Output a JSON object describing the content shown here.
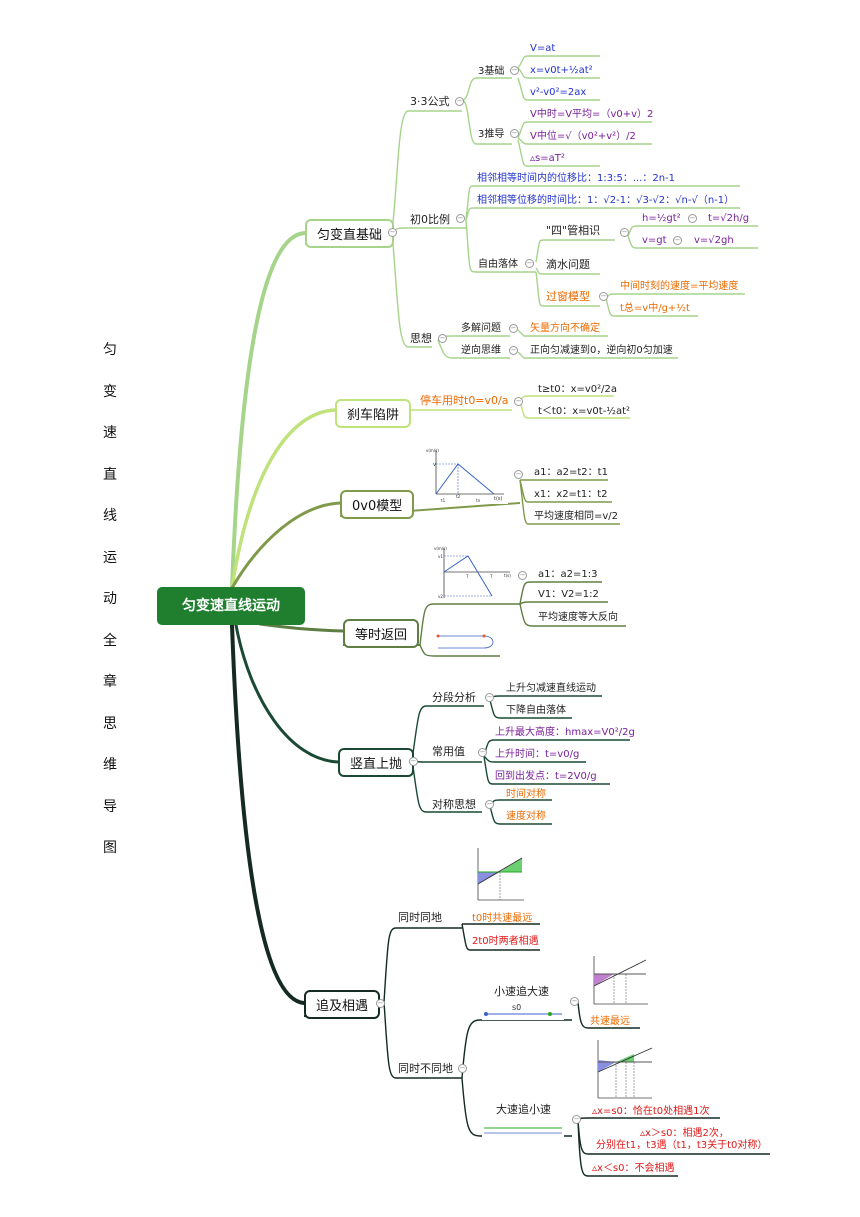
{
  "vertical_title": [
    "匀",
    "变",
    "速",
    "直",
    "线",
    "运",
    "动",
    "全",
    "章",
    "思",
    "维",
    "导",
    "图"
  ],
  "root": "匀变速直线运动",
  "b1": {
    "title": "匀变直基础",
    "formulas": "3·3公式",
    "basic": "3基础",
    "f1": "V=at",
    "f2": "x=v0t+½at²",
    "f3": "v²-v0²=2ax",
    "derived": "3推导",
    "d1": "V中时=V平均=（v0+v）2",
    "d2": "V中位=√（v0²+v²）/2",
    "d3": "▵s=aT²",
    "ratio": "初0比例",
    "r1": "相邻相等时间内的位移比：1:3:5：...：2n-1",
    "r2": "相邻相等位移的时间比：1：√2-1：√3-√2：√n-√（n-1）",
    "freefall": "自由落体",
    "ff_four": "\"四\"管相识",
    "ff_h": "h=½gt²",
    "ff_t": "t=√2h/g",
    "ff_v": "v=gt",
    "ff_v2": "v=√2gh",
    "ff_drip": "滴水问题",
    "ff_window": "过窗模型",
    "ff_w1": "中间时刻的速度=平均速度",
    "ff_w2": "t总=v中/g+½t",
    "thinking": "思想",
    "multi": "多解问题",
    "multi_val": "矢量方向不确定",
    "reverse": "逆向思维",
    "reverse_val": "正向匀减速到0，逆向初0匀加速"
  },
  "b2": {
    "title": "刹车陷阱",
    "mid": "停车用时t0=v0/a",
    "c1": "t≥t0：x=v0²/2a",
    "c2": "t＜t0：x=v0t-½at²"
  },
  "b3": {
    "title": "0v0模型",
    "c1": "a1：a2=t2：t1",
    "c2": "x1：x2=t1：t2",
    "c3": "平均速度相同=v/2",
    "graph": {
      "ylabel": "v(m/s)",
      "xlabel": "t(s)",
      "v": "v",
      "t1": "t1",
      "t2": "t2",
      "t3": "tn"
    }
  },
  "b4": {
    "title": "等时返回",
    "c1": "a1：a2=1:3",
    "c2": "V1：V2=1:2",
    "c3": "平均速度等大反向",
    "graph": {
      "ylabel": "v(m/s)",
      "xlabel": "t(s)",
      "v1": "v1",
      "v2": "v2",
      "T1": "T",
      "T2": "T"
    }
  },
  "b5": {
    "title": "竖直上抛",
    "seg": "分段分析",
    "seg1": "上升匀减速直线运动",
    "seg2": "下降自由落体",
    "common": "常用值",
    "cv1": "上升最大高度：hmax=V0²/2g",
    "cv2": "上升时间：t=v0/g",
    "cv3": "回到出发点：t=2V0/g",
    "sym": "对称思想",
    "sym1": "时间对称",
    "sym2": "速度对称"
  },
  "b6": {
    "title": "追及相遇",
    "same": "同时同地",
    "same1": "t0时共速最远",
    "same2": "2t0时两者相遇",
    "diff": "同时不同地",
    "slow": "小速追大速",
    "slow_s0": "s0",
    "slow1": "共速最远",
    "fast": "大速追小速",
    "fast1": "▵x=s0：恰在t0处相遇1次",
    "fast2a": "▵x＞s0：相遇2次，",
    "fast2b": "分别在t1，t3遇（t1，t3关于t0对称）",
    "fast3": "▵x＜s0：不会相遇"
  },
  "colors": {
    "root": "#1f7f2f",
    "blue": "#2233cc",
    "purple": "#7a1f9a",
    "orange": "#ee6a00",
    "red": "#e01818"
  }
}
